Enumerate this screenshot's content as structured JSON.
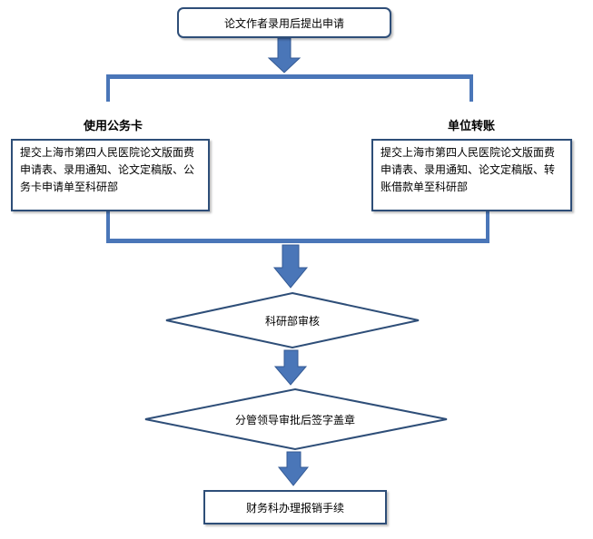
{
  "start": {
    "text": "论文作者录用后提出申请"
  },
  "branches": {
    "left": {
      "label": "使用公务卡",
      "text": "提交上海市第四人民医院论文版面费申请表、录用通知、论文定稿版、公务卡申请单至科研部"
    },
    "right": {
      "label": "单位转账",
      "text": "提交上海市第四人民医院论文版面费申请表、录用通知、论文定稿版、转账借款单至科研部"
    }
  },
  "review": {
    "text": "科研部审核"
  },
  "approval": {
    "text": "分管领导审批后签字盖章"
  },
  "finish": {
    "text": "财务科办理报销手续"
  },
  "colors": {
    "connector": "#4a76b8",
    "connector_stroke": "#345a94",
    "box_border": "#2e4e78"
  }
}
